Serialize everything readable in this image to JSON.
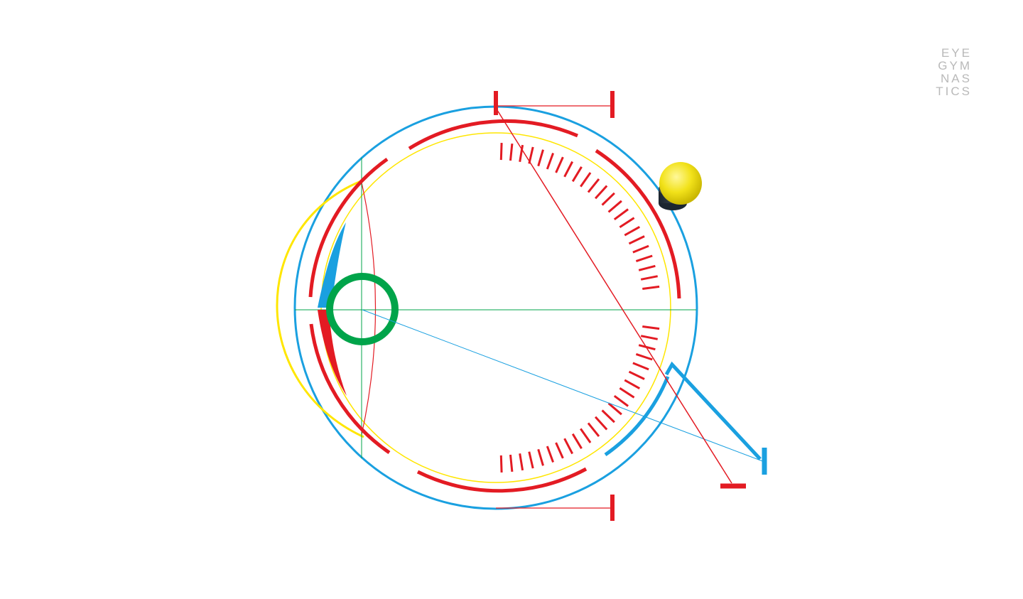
{
  "logo": {
    "lines": [
      "EYE",
      "GYM",
      "NAS",
      "TICS"
    ]
  },
  "palette": {
    "red": "#e31b23",
    "blue": "#1aa0e0",
    "yellow": "#ffe600",
    "green": "#00a44a",
    "gray": "#b9b9b9"
  }
}
